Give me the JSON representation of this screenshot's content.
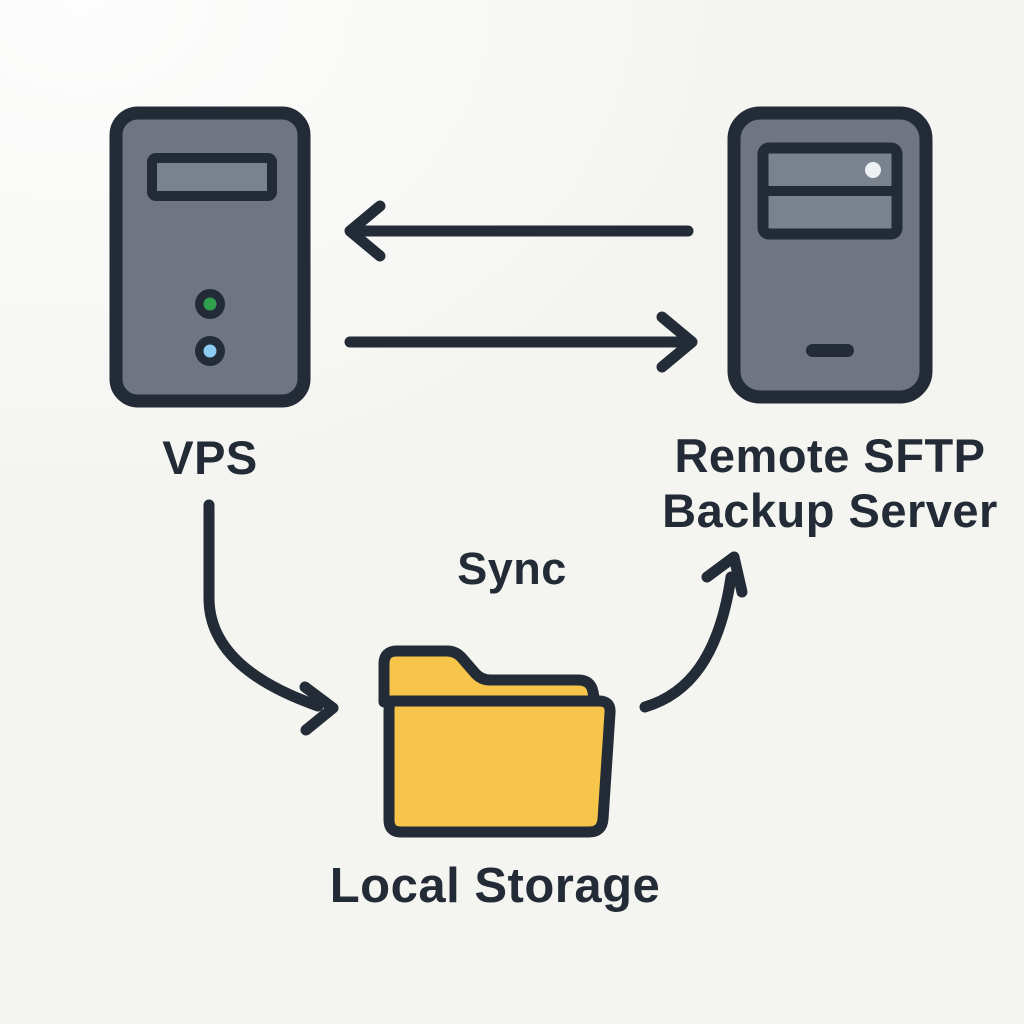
{
  "diagram": {
    "colors": {
      "ink": "#232b36",
      "server_fill": "#6f7682",
      "server_panel": "#7a828d",
      "folder_fill": "#f6c54a",
      "led_green": "#2f9e4f",
      "led_blue": "#8bcdf2",
      "indicator_white": "#eef1f4",
      "background": "#f4f4f1",
      "text": "#232b36"
    },
    "nodes": {
      "vps": {
        "label": "VPS",
        "icon": "server-tower-icon"
      },
      "remote": {
        "lines": [
          "Remote SFTP",
          "Backup Server"
        ],
        "icon": "server-tower-icon"
      },
      "storage": {
        "label": "Local Storage",
        "icon": "folder-icon"
      }
    },
    "sync_label": "Sync",
    "edges": [
      {
        "from": "remote",
        "to": "vps",
        "type": "straight-arrow",
        "direction": "left"
      },
      {
        "from": "vps",
        "to": "remote",
        "type": "straight-arrow",
        "direction": "right"
      },
      {
        "from": "vps",
        "to": "storage",
        "type": "curved-arrow"
      },
      {
        "from": "storage",
        "to": "remote",
        "type": "curved-arrow",
        "label": "Sync"
      }
    ]
  }
}
